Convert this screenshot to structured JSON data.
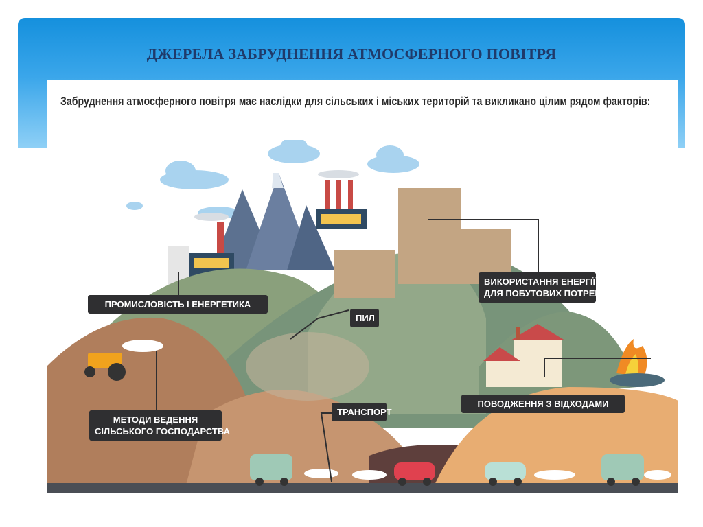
{
  "slide": {
    "title": "ДЖЕРЕЛА ЗАБРУДНЕННЯ АТМОСФЕРНОГО ПОВІТРЯ",
    "intro": "Забруднення атмосферного повітря має наслідки для сільських і міських територій та викликано цілим рядом факторів:"
  },
  "infographic": {
    "labels": {
      "industry": "ПРОМИСЛОВІСТЬ І ЕНЕРГЕТИКА",
      "household_line1": "ВИКОРИСТАННЯ ЕНЕРГІЇ",
      "household_line2": "ДЛЯ ПОБУТОВИХ ПОТРЕБ",
      "dust": "ПИЛ",
      "agriculture_line1": "МЕТОДИ ВЕДЕННЯ",
      "agriculture_line2": "СІЛЬСЬКОГО ГОСПОДАРСТВА",
      "transport": "ТРАНСПОРТ",
      "waste": "ПОВОДЖЕННЯ З ВІДХОДАМИ"
    }
  }
}
